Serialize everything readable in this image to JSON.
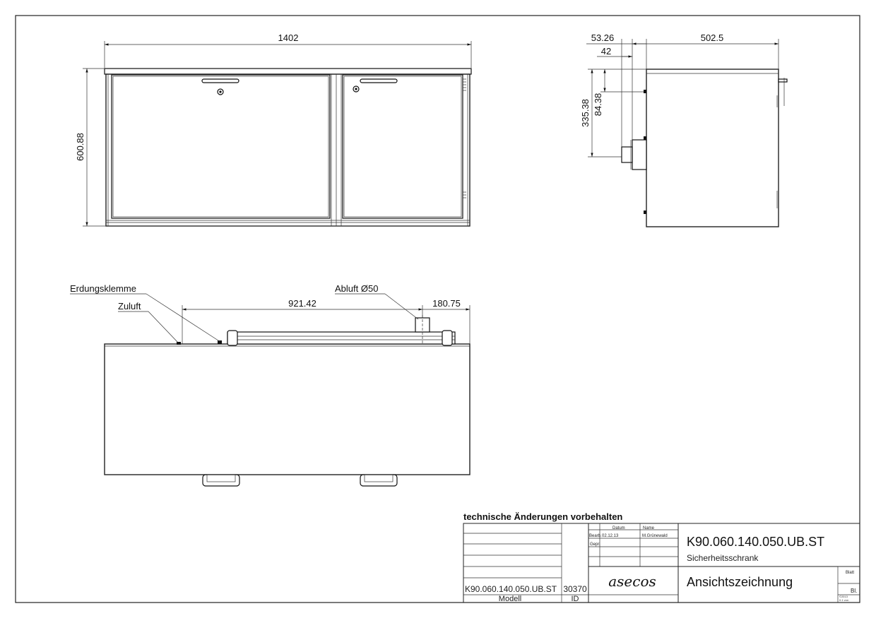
{
  "front_view": {
    "width_dim": "1402",
    "height_dim": "600.88"
  },
  "side_view": {
    "dim_top_a": "53.26",
    "dim_top_b": "502.5",
    "dim_offset": "42",
    "dim_height_a": "335.38",
    "dim_height_b": "84.38"
  },
  "top_view": {
    "label_ground": "Erdungsklemme",
    "label_intake": "Zuluft",
    "label_exhaust": "Abluft Ø50",
    "dim_main": "921.42",
    "dim_right": "180.75"
  },
  "title_block": {
    "notice": "technische Änderungen vorbehalten",
    "col_date": "Datum",
    "col_name": "Name",
    "row_bearb": "Bearb.",
    "row_gepr": "Gepr.",
    "bearb_date": "02.12.13",
    "bearb_name": "M.Grünewald",
    "drawing_no": "K90.060.140.050.UB.ST",
    "description": "Sicherheitsschrank",
    "drawing_type": "Ansichtszeichnung",
    "model_value": "K90.060.140.050.UB.ST",
    "model_label": "Modell",
    "id_value": "30370",
    "id_label": "ID",
    "logo": "asecos",
    "sheet_label": "Blatt",
    "sheet_abbr": "Bl.",
    "copyright_1": "©2013",
    "copyright_2": "0.1 von"
  }
}
